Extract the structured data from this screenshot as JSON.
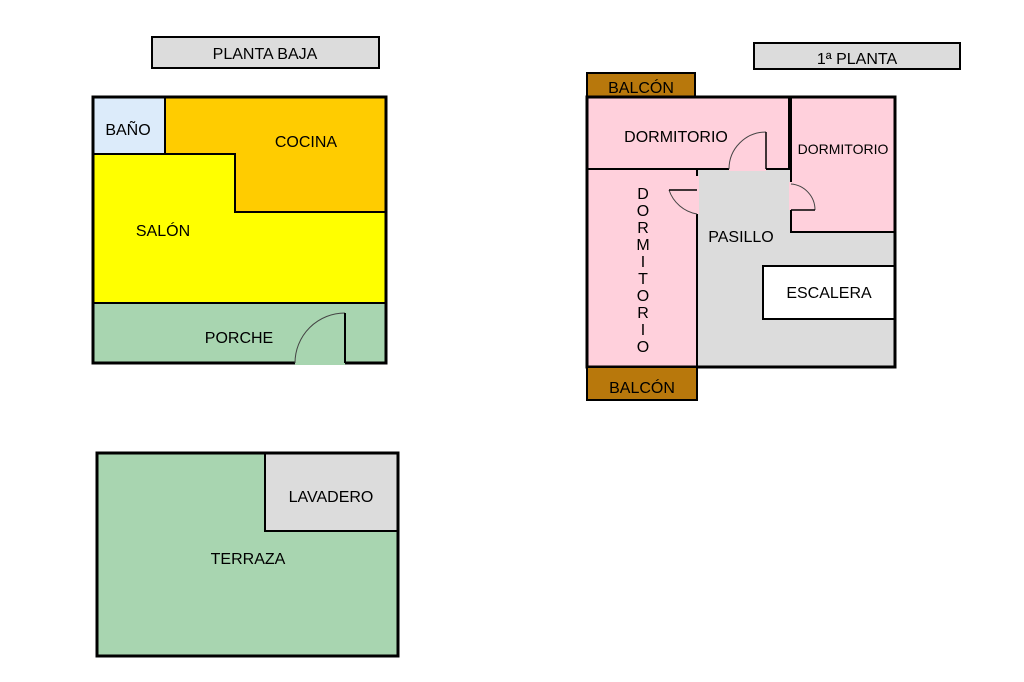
{
  "planta_baja": {
    "title": "PLANTA BAJA",
    "rooms": {
      "bano": "BAÑO",
      "cocina": "COCINA",
      "salon": "SALÓN",
      "porche": "PORCHE",
      "lavadero": "LAVADERO",
      "terraza": "TERRAZA"
    }
  },
  "primera_planta": {
    "title": "1ª PLANTA",
    "rooms": {
      "balcon_top": "BALCÓN",
      "dormitorio_1": "DORMITORIO",
      "dormitorio_2": "DORMITORIO",
      "dormitorio_3_letters": [
        "D",
        "O",
        "R",
        "M",
        "I",
        "T",
        "O",
        "R",
        "I",
        "O"
      ],
      "pasillo": "PASILLO",
      "escalera": "ESCALERA",
      "balcon_bottom": "BALCÓN"
    }
  },
  "colors": {
    "bano": "#dcebfa",
    "cocina": "#ffcc00",
    "salon": "#ffff00",
    "porche": "#a8d5b0",
    "terraza": "#a8d5b0",
    "lavadero": "#dcdcdc",
    "title_box": "#dcdcdc",
    "balcon": "#b8780c",
    "dormitorio": "#ffd0dc",
    "pasillo": "#dcdcdc",
    "escalera": "#ffffff"
  }
}
